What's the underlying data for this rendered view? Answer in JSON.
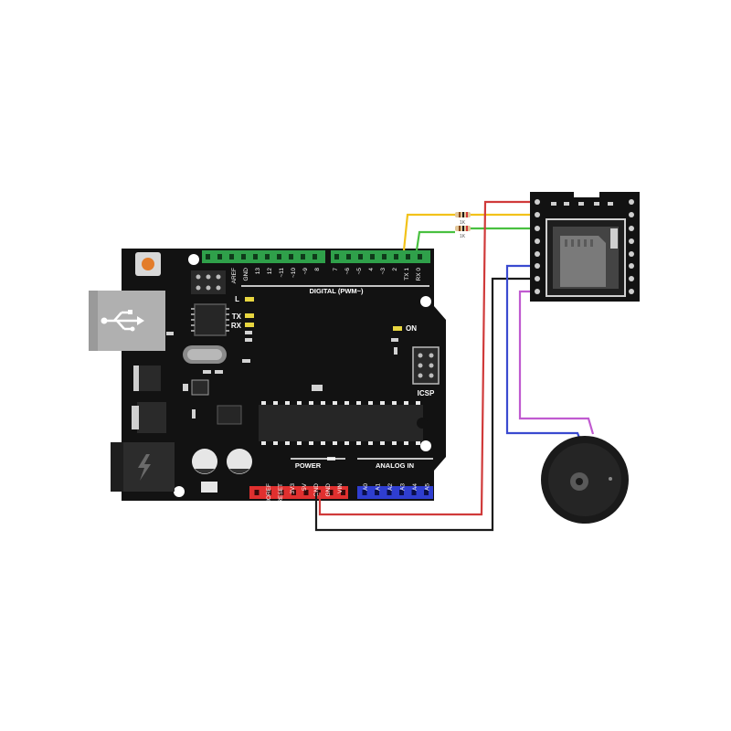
{
  "board": {
    "digital_label": "DIGITAL (PWM~)",
    "aref": "AREF",
    "gnd": "GND",
    "digital_pins": [
      "13",
      "12",
      "~11",
      "~10",
      "~9",
      "8",
      "7",
      "~6",
      "~5",
      "4",
      "~3",
      "2",
      "TX 1",
      "RX 0"
    ],
    "led_l": "L",
    "led_tx": "TX",
    "led_rx": "RX",
    "on": "ON",
    "icsp": "ICSP",
    "power_label": "POWER",
    "power_pins": [
      "IOREF",
      "RESET",
      "3V3",
      "5V",
      "GND",
      "GND",
      "VIN"
    ],
    "analog_label": "ANALOG IN",
    "analog_pins": [
      "A0",
      "A1",
      "A2",
      "A3",
      "A4",
      "A5"
    ]
  },
  "resistors": {
    "top_value": "1K",
    "bottom_value": "1K"
  },
  "colors": {
    "board": "#121212",
    "digital_header": "#2fa04a",
    "power_header": "#e0302f",
    "analog_header": "#2f3ed0",
    "wire_yellow": "#f2c21a",
    "wire_green": "#49c040",
    "wire_red": "#d03a3a",
    "wire_black": "#1a1a1a",
    "wire_blue": "#3a4ad0",
    "wire_purple": "#c05ad0",
    "usb": "#b0b0b0"
  }
}
